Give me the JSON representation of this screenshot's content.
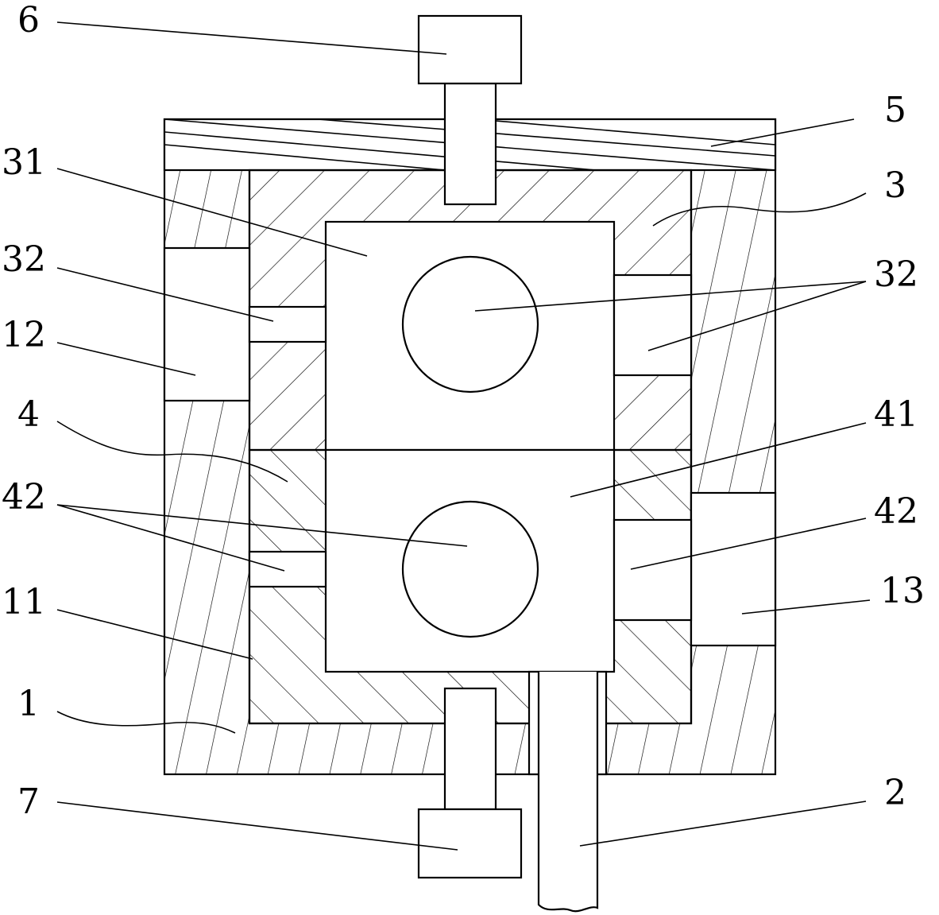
{
  "figure": {
    "colors": {
      "line": "#000000",
      "background": "#ffffff"
    },
    "parts": {
      "housing": "1",
      "output_rod": "2",
      "upper_block": "3",
      "upper_block_chamber": "31",
      "upper_block_passage": "32",
      "lower_block": "4",
      "lower_block_chamber": "41",
      "lower_block_passage": "42",
      "top_cover": "5",
      "upper_actuator": "6",
      "lower_actuator": "7",
      "housing_inner_wall": "11",
      "left_port": "12",
      "right_port": "13"
    },
    "labels": {
      "l6": "6",
      "l5": "5",
      "l31": "31",
      "l3": "3",
      "l32_left": "32",
      "l32_right": "32",
      "l12": "12",
      "l4": "4",
      "l41": "41",
      "l42_left": "42",
      "l42_right": "42",
      "l13": "13",
      "l11": "11",
      "l1": "1",
      "l7": "7",
      "l2": "2"
    }
  }
}
